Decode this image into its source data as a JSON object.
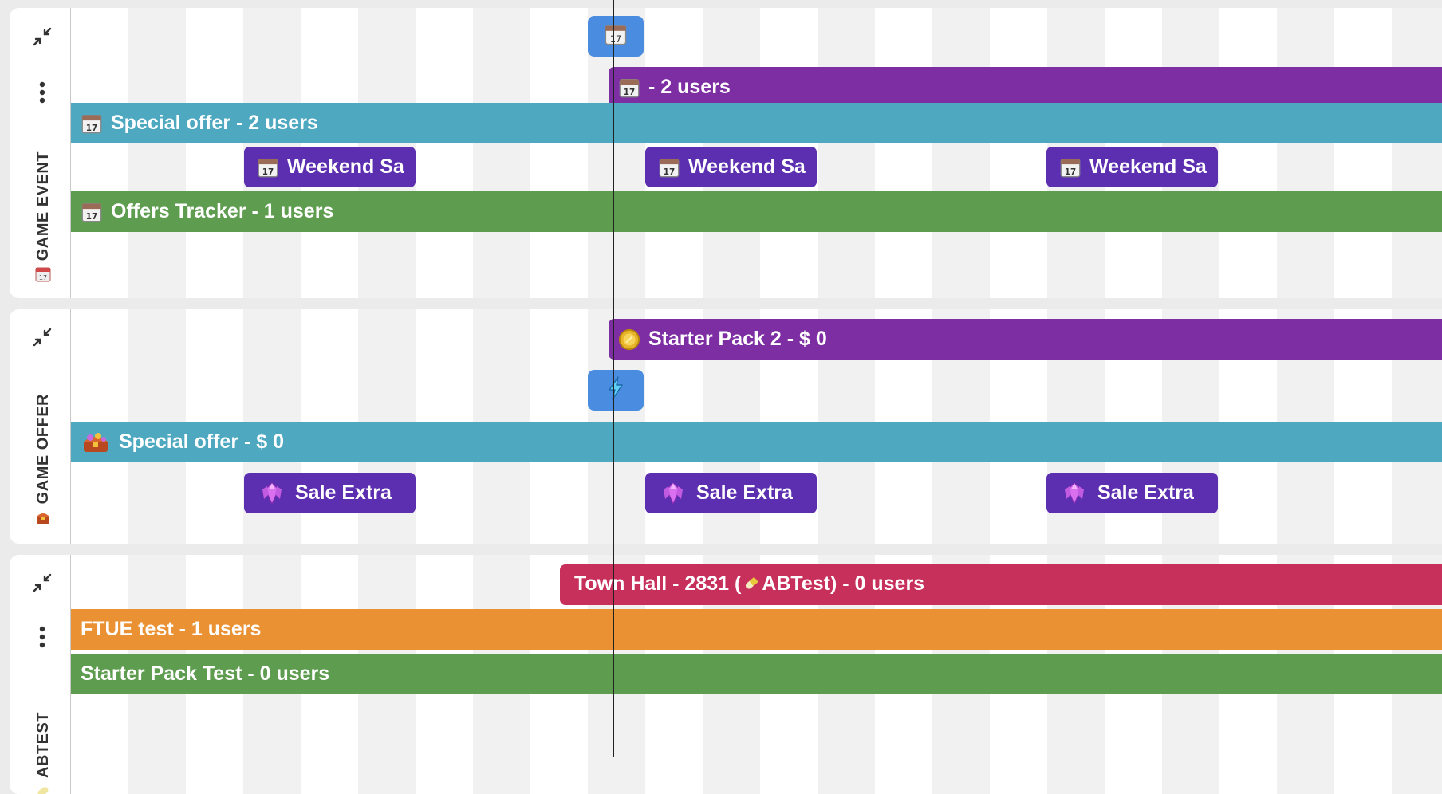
{
  "colors": {
    "blue": "#4a8de0",
    "purple": "#7e2ea3",
    "teal": "#4ea8c0",
    "indigo": "#5c2fb0",
    "green": "#5e9d4f",
    "crimson": "#c8305c",
    "orange": "#ea9233"
  },
  "sections": [
    {
      "label": "GAME EVENT",
      "icon": "calendar-icon",
      "rows": [
        {
          "icon": "calendar-icon",
          "label": "- 2 users",
          "color": "#7e2ea3"
        },
        {
          "icon": "calendar-icon",
          "label": "Special offer - 2 users",
          "color": "#4ea8c0"
        },
        {
          "icon": "calendar-icon",
          "label": "Weekend Sa",
          "color": "#5c2fb0"
        },
        {
          "icon": "calendar-icon",
          "label": "Offers Tracker - 1 users",
          "color": "#5e9d4f"
        }
      ],
      "marker_icon": "calendar-icon"
    },
    {
      "label": "GAME OFFER",
      "icon": "treasure-chest-icon",
      "rows": [
        {
          "icon": "gold-coin-icon",
          "label": "Starter Pack 2 - $ 0",
          "color": "#7e2ea3"
        },
        {
          "icon": "treasure-chest-icon",
          "label": "Special offer - $ 0",
          "color": "#4ea8c0"
        },
        {
          "icon": "gem-icon",
          "label": "Sale Extra",
          "color": "#5c2fb0"
        }
      ],
      "marker_icon": "lightning-icon"
    },
    {
      "label": "ABTEST",
      "icon": "pill-icon",
      "rows": [
        {
          "label_before": "Town Hall - 2831 (",
          "icon": "pill-icon",
          "label_after": "ABTest) - 0 users",
          "color": "#c8305c"
        },
        {
          "label": "FTUE test - 1 users",
          "color": "#ea9233"
        },
        {
          "label": "Starter Pack Test - 0 users",
          "color": "#5e9d4f"
        }
      ]
    }
  ]
}
